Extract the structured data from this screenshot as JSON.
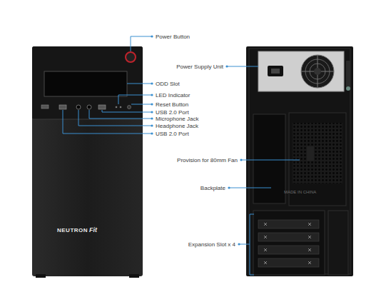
{
  "diagram": {
    "labels": [
      "Power Button",
      "Power Supply Unit",
      "ODD Slot",
      "LED Indicator",
      "Reset Button",
      "USB 2.0 Port",
      "Microphone Jack",
      "Headphone Jack",
      "USB 2.0 Port",
      "Provision for 80mm Fan",
      "Backplate",
      "Expansion Slot x 4",
      "NEUTRON",
      "Fit",
      "MADE IN CHINA"
    ]
  }
}
